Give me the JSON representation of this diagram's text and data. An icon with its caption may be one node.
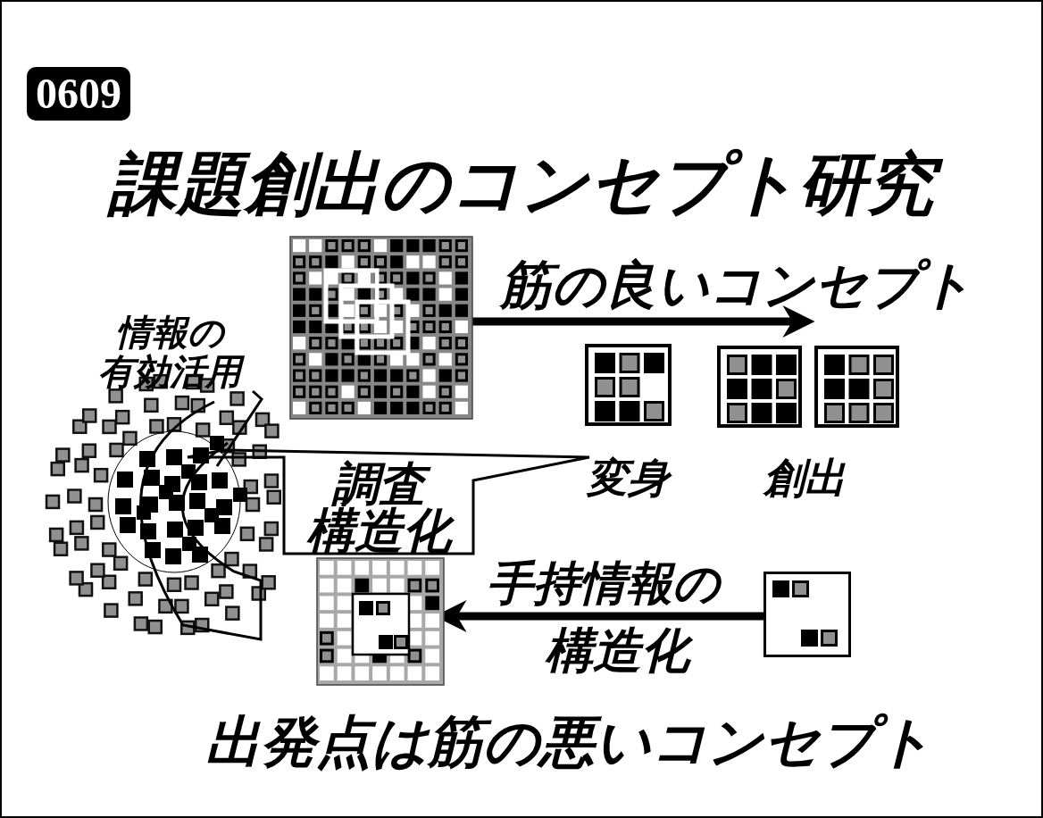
{
  "diagram": {
    "title": "課題創出のコンセプト研究",
    "nodes": [
      {
        "text": [],
        "shape": "box"
      },
      {
        "text": [],
        "shape": "box"
      },
      {
        "text": [],
        "shape": "box"
      },
      {
        "text": [],
        "shape": "box"
      },
      {
        "text": [],
        "shape": "circle"
      },
      {
        "text": [
          "情報の",
          "有効活用"
        ]
      },
      {
        "text": [
          "調査",
          "構造化"
        ]
      },
      {
        "text": [],
        "shape": "box"
      },
      {
        "text": [],
        "shape": "box"
      }
    ],
    "edges": [
      {
        "from": 0,
        "to": 2,
        "arrow": "to"
      },
      {
        "from": 8,
        "to": 7,
        "arrow": "to"
      },
      {
        "from": 5,
        "to": 4,
        "arrow": "none"
      }
    ],
    "labels": [
      "0609",
      "筋の良いコンセプト",
      "変身",
      "創出",
      "手持情報の",
      "構造化",
      "出発点は筋の悪いコンセプト"
    ]
  }
}
